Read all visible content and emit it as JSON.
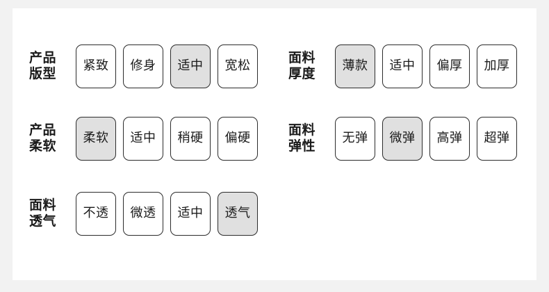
{
  "theme": {
    "page_background": "#f2f2f2",
    "card_background": "#ffffff",
    "chip_border": "#2b2b2b",
    "chip_background": "#ffffff",
    "chip_selected_background": "#e0e0e0",
    "text_color": "#1a1a1a"
  },
  "columns": [
    {
      "name": "left-column",
      "groups": [
        {
          "name": "product-fit",
          "label_lines": [
            "产品",
            "版型"
          ],
          "label_text": "产品版型",
          "options": [
            {
              "label": "紧致",
              "selected": false
            },
            {
              "label": "修身",
              "selected": false
            },
            {
              "label": "适中",
              "selected": true
            },
            {
              "label": "宽松",
              "selected": false
            }
          ]
        },
        {
          "name": "product-softness",
          "label_lines": [
            "产品",
            "柔软"
          ],
          "label_text": "产品柔软",
          "options": [
            {
              "label": "柔软",
              "selected": true
            },
            {
              "label": "适中",
              "selected": false
            },
            {
              "label": "稍硬",
              "selected": false
            },
            {
              "label": "偏硬",
              "selected": false
            }
          ]
        },
        {
          "name": "fabric-breathability",
          "label_lines": [
            "面料",
            "透气"
          ],
          "label_text": "面料透气",
          "options": [
            {
              "label": "不透",
              "selected": false
            },
            {
              "label": "微透",
              "selected": false
            },
            {
              "label": "适中",
              "selected": false
            },
            {
              "label": "透气",
              "selected": true
            }
          ]
        }
      ]
    },
    {
      "name": "right-column",
      "groups": [
        {
          "name": "fabric-thickness",
          "label_lines": [
            "面料",
            "厚度"
          ],
          "label_text": "面料厚度",
          "options": [
            {
              "label": "薄款",
              "selected": true
            },
            {
              "label": "适中",
              "selected": false
            },
            {
              "label": "偏厚",
              "selected": false
            },
            {
              "label": "加厚",
              "selected": false
            }
          ]
        },
        {
          "name": "fabric-elasticity",
          "label_lines": [
            "面料",
            "弹性"
          ],
          "label_text": "面料弹性",
          "options": [
            {
              "label": "无弹",
              "selected": false
            },
            {
              "label": "微弹",
              "selected": true
            },
            {
              "label": "高弹",
              "selected": false
            },
            {
              "label": "超弹",
              "selected": false
            }
          ]
        }
      ]
    }
  ]
}
